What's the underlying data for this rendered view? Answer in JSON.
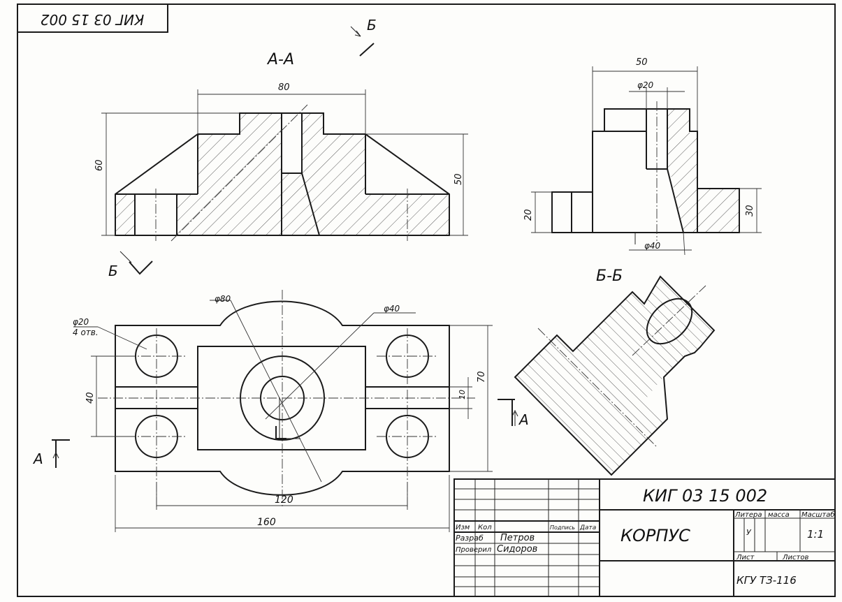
{
  "drawing": {
    "doc_number_corner": "КИГ 03 15 002",
    "cut_label_b": "Б",
    "section_aa": "А-А",
    "section_bb": "Б-Б",
    "view_label_a": "А",
    "dims": {
      "d80_top": "80",
      "d60": "60",
      "d50_left": "50",
      "d50_right": "50",
      "phi20_right": "φ20",
      "d20": "20",
      "d30": "30",
      "phi40_right": "φ40",
      "phi80": "φ80",
      "phi40_plan": "φ40",
      "phi20_plan": "φ20",
      "holes": "4 отв.",
      "d40": "40",
      "d10": "10",
      "d70": "70",
      "d120": "120",
      "d160": "160"
    }
  },
  "title_block": {
    "doc_number": "КИГ 03 15 002",
    "part_name": "КОРПУС",
    "col_izm": "Изм",
    "col_kol": "Кол",
    "col_podpis": "Подпись",
    "col_data": "Дата",
    "razrab": "Разраб",
    "razrab_name": "Петров",
    "prover": "Проверил",
    "prover_name": "Сидоров",
    "litera": "Литера",
    "massa": "масса",
    "masshtab": "Масштаб",
    "litera_value": "У",
    "scale_value": "1:1",
    "list": "Лист",
    "listov": "Листов",
    "org": "КГУ  ТЗ-116"
  }
}
